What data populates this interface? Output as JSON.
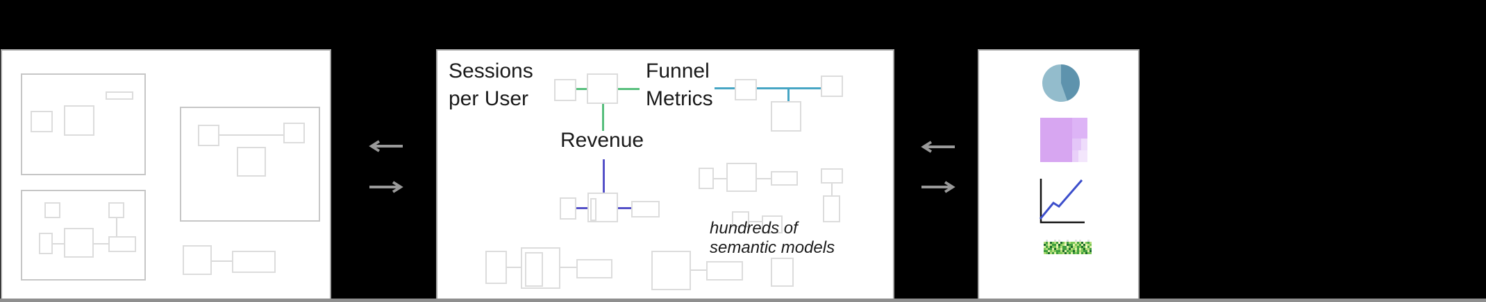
{
  "labels": {
    "sessions": {
      "line1": "Sessions",
      "line2": "per User"
    },
    "funnel": {
      "line1": "Funnel",
      "line2": "Metrics"
    },
    "revenue": "Revenue",
    "annotation": {
      "line1": "hundreds of",
      "line2": "semantic models"
    }
  },
  "panels": {
    "left": {
      "description": "canvas of unlabeled model boxes"
    },
    "middle": {
      "description": "canvas of labeled semantic models"
    },
    "right": {
      "description": "chart type icons"
    }
  },
  "right_panel_icons": [
    "pie-chart",
    "treemap",
    "line-chart",
    "heatmap"
  ],
  "colors": {
    "background": "#000000",
    "panel_border": "#a7a7a7",
    "floor": "#8f8f8f",
    "arrow": "#999999",
    "metric_green": "#57be7c",
    "metric_teal": "#46a5c4",
    "metric_blue": "#5551c8",
    "box_border": "#dcdcdc",
    "group_border": "#c6c6c6",
    "text": "#1a1a1a",
    "pie_light": "#93bccc",
    "pie_dark": "#5e93ad",
    "chart_line": "#3c4ecb",
    "chart_axis": "#111111",
    "treemap": [
      "#d7a6f1",
      "#ddb4f6",
      "#e4c6f8",
      "#eedcfb",
      "#f3e6fc",
      "#e9d0f9"
    ]
  },
  "heatmap": {
    "palette": [
      "#ffffff",
      "#e4e4e4",
      "#f6fac9",
      "#e0f0a8",
      "#b5dd7b",
      "#7cc857",
      "#3f9e3f",
      "#1c6b2d"
    ],
    "rows": [
      "01000101000100010100010",
      "46375462753645536472564",
      "75346637542766354637345",
      "36475536466357446575263",
      "54663745366474536357446",
      "66354566473655746456637",
      "45746365547463656364755"
    ]
  }
}
